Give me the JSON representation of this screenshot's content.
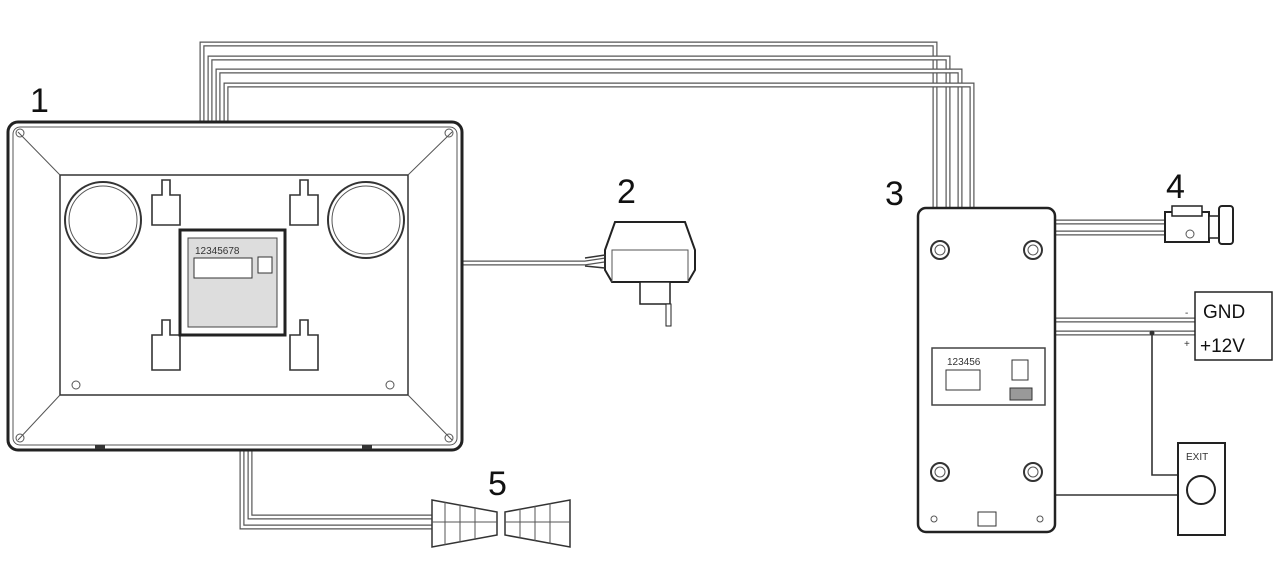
{
  "labels": {
    "monitor": "1",
    "power_adapter": "2",
    "door_station": "3",
    "electric_lock": "4",
    "chime": "5"
  },
  "monitor_terminals": "12345678",
  "door_station_terminals": "123456",
  "power_supply": {
    "gnd": "GND",
    "v12": "+12V",
    "minus": "-",
    "plus": "+"
  },
  "exit_button": "EXIT"
}
